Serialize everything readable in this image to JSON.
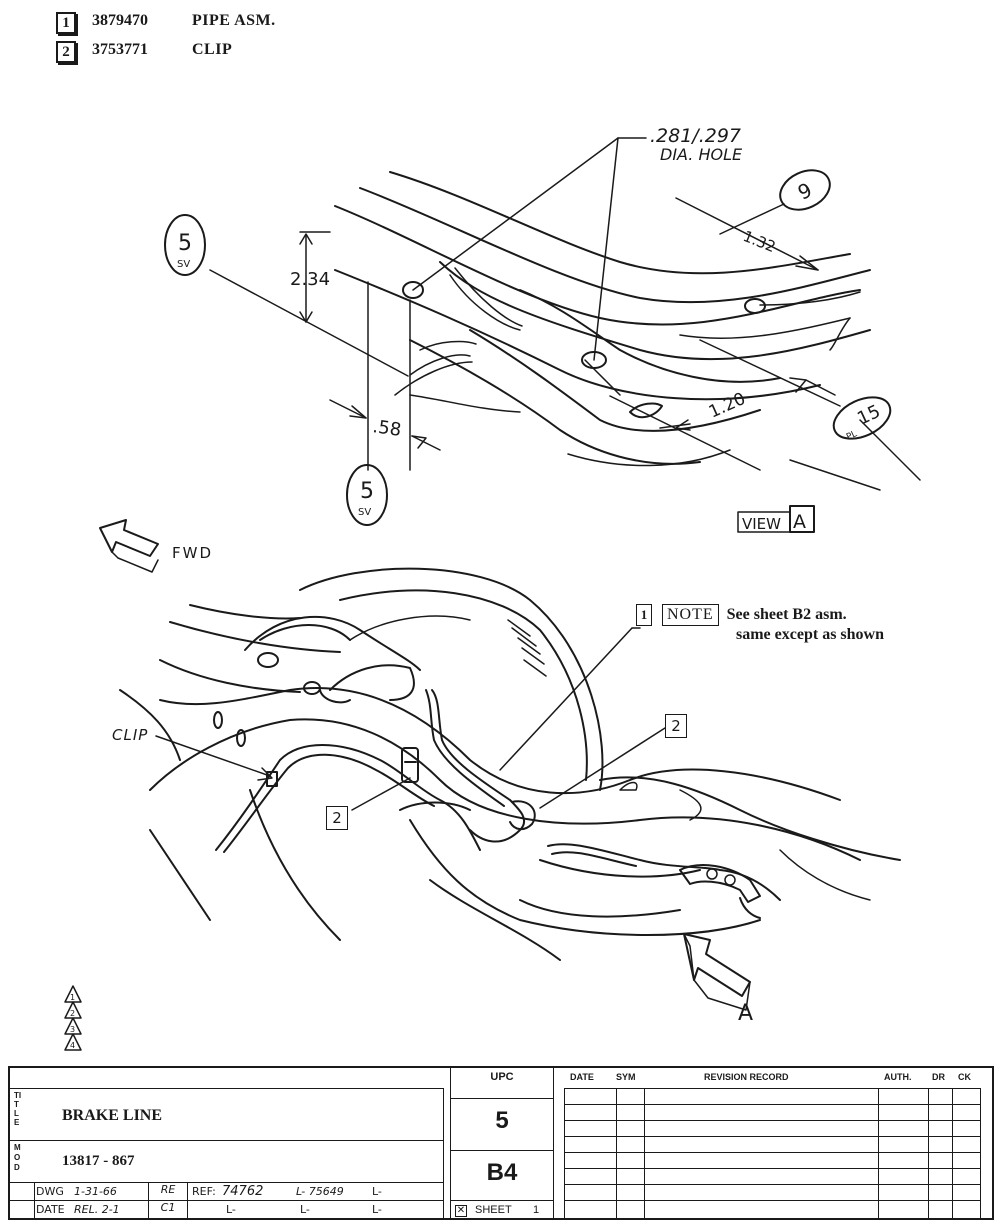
{
  "parts_list": [
    {
      "index": "1",
      "part_number": "3879470",
      "description": "PIPE ASM."
    },
    {
      "index": "2",
      "part_number": "3753771",
      "description": "CLIP"
    }
  ],
  "view_a": {
    "hole_callout_line1": ".281/.297",
    "hole_callout_line2": "DIA. HOLE",
    "dim_2_34": "2.34",
    "dim_58": ".58",
    "dim_1_32": "1.32",
    "dim_1_20": "1.20",
    "balloon_5sv_top": {
      "num": "5",
      "sub": "SV"
    },
    "balloon_5sv_bottom": {
      "num": "5",
      "sub": "SV"
    },
    "balloon_9": {
      "num": "9"
    },
    "balloon_15pl": {
      "num": "15",
      "sub": "PL"
    },
    "view_label": "VIEW",
    "view_letter": "A"
  },
  "fwd_label": "FWD",
  "main_view": {
    "note_index": "1",
    "note_tag": "NOTE",
    "note_line1": "See sheet B2 asm.",
    "note_line2": "same except as shown",
    "clip_label": "CLIP",
    "callout_2_right": "2",
    "callout_2_left": "2",
    "view_arrow_letter": "A"
  },
  "revision_triangles": [
    "1",
    "2",
    "3",
    "4"
  ],
  "title_block": {
    "upc_header": "UPC",
    "upc_value": "5",
    "sheet_value": "B4",
    "sheet_label": "SHEET",
    "sheet_number": "1",
    "title_label": "TITLE",
    "title_value": "BRAKE LINE",
    "mod_label": "MOD",
    "mod_value": "13817 - 867",
    "dwg_label": "DWG",
    "dwg_date": "1-31-66",
    "dwg_initials": "RE",
    "ref_label": "REF:",
    "ref_value": "74762",
    "ref_l1": "L- 75649",
    "ref_l1b": "L-",
    "date_label": "DATE",
    "date_value": "REL. 2-1",
    "date_initials": "C1",
    "date_l1": "L-",
    "date_l2": "L-",
    "date_l3": "L-",
    "rev_headers": {
      "date": "DATE",
      "sym": "SYM",
      "record": "REVISION RECORD",
      "auth": "AUTH.",
      "dr": "DR",
      "ck": "CK"
    }
  }
}
